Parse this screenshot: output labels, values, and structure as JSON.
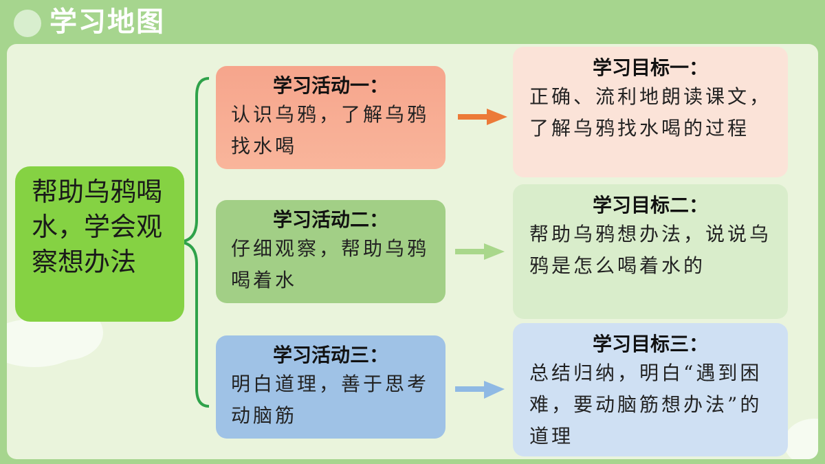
{
  "header": {
    "title": "学习地图"
  },
  "topic": {
    "text": "帮助乌鸦喝水，学会观察想办法"
  },
  "activities": [
    {
      "title": "学习活动一：",
      "body": "认识乌鸦，了解乌鸦找水喝"
    },
    {
      "title": "学习活动二：",
      "body": "仔细观察，帮助乌鸦喝着水"
    },
    {
      "title": "学习活动三：",
      "body": "明白道理，善于思考动脑筋"
    }
  ],
  "goals": [
    {
      "title": "学习目标一：",
      "body": "正确、流利地朗读课文，了解乌鸦找水喝的过程"
    },
    {
      "title": "学习目标二：",
      "body": "帮助乌鸦想办法，说说乌鸦是怎么喝着水的"
    },
    {
      "title": "学习目标三：",
      "body": "总结归纳，明白“遇到困难，要动脑筋想办法”的道理"
    }
  ],
  "colors": {
    "bracket": "#2fa24a",
    "arrow_1": "#ec7a38",
    "arrow_2": "#a9d78b",
    "arrow_3": "#8fb9e4"
  }
}
